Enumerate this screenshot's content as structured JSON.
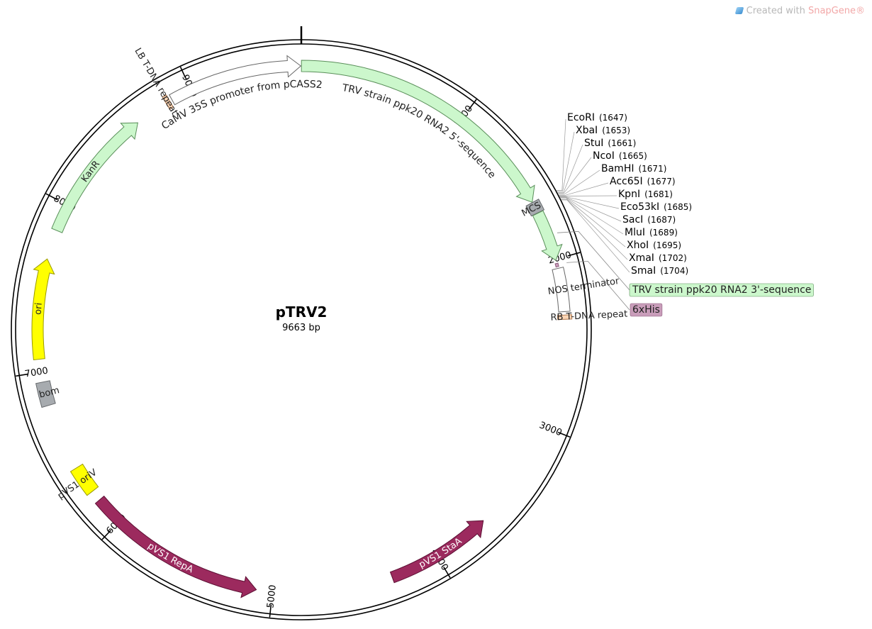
{
  "credit": {
    "prefix": "Created with ",
    "brand": "SnapGene",
    "mark": "®"
  },
  "plasmid": {
    "name": "pTRV2",
    "length_label": "9663 bp",
    "total_bp": 9663
  },
  "ticks": [
    {
      "bp": 1000,
      "label": "1000"
    },
    {
      "bp": 2000,
      "label": "2000"
    },
    {
      "bp": 3000,
      "label": "3000"
    },
    {
      "bp": 4000,
      "label": "4000"
    },
    {
      "bp": 5000,
      "label": "5000"
    },
    {
      "bp": 6000,
      "label": "6000"
    },
    {
      "bp": 7000,
      "label": "7000"
    },
    {
      "bp": 8000,
      "label": "8000"
    },
    {
      "bp": 9000,
      "label": "9000"
    }
  ],
  "features": [
    {
      "id": "trv-5",
      "label": "TRV strain ppk20 RNA2 5'-sequence",
      "start": 1,
      "end": 1640,
      "strand": 1,
      "color": "#ccf7cc",
      "stroke": "#5a8f5a",
      "text_color": "#222222",
      "label_side": "inside"
    },
    {
      "id": "mcs",
      "label": "MCS",
      "start": 1642,
      "end": 1710,
      "strand": 0,
      "color": "#a7abaf",
      "stroke": "#66696c",
      "text_color": "#222222",
      "label_side": "inside"
    },
    {
      "id": "trv-3",
      "label": "TRV strain ppk20 RNA2 3'-sequence",
      "start": 1712,
      "end": 2006,
      "strand": 1,
      "color": "#ccf7cc",
      "stroke": "#5a8f5a",
      "text_color": "#222222",
      "label_side": "callout"
    },
    {
      "id": "his",
      "label": "6xHis",
      "start": 2025,
      "end": 2045,
      "strand": 0,
      "color": "#c99dba",
      "stroke": "#8a5a7a",
      "text_color": "#222222",
      "label_side": "callout"
    },
    {
      "id": "nos",
      "label": "NOS terminator",
      "start": 2055,
      "end": 2310,
      "strand": 0,
      "color": "#ffffff",
      "stroke": "#666666",
      "text_color": "#222222",
      "label_side": "inside"
    },
    {
      "id": "rb",
      "label": "RB T-DNA repeat",
      "start": 2330,
      "end": 2355,
      "strand": 0,
      "color": "#fbd5b5",
      "stroke": "#b07a50",
      "text_color": "#222222",
      "label_side": "inside"
    },
    {
      "id": "stas",
      "label": "pVS1 StaA",
      "start": 3660,
      "end": 4290,
      "strand": -1,
      "color": "#9c2a5e",
      "stroke": "#5c0f33",
      "text_color": "#ffffff",
      "label_side": "on"
    },
    {
      "id": "repa",
      "label": "pVS1 RepA",
      "start": 5095,
      "end": 6170,
      "strand": -1,
      "color": "#9c2a5e",
      "stroke": "#5c0f33",
      "text_color": "#ffffff",
      "label_side": "on"
    },
    {
      "id": "oriv",
      "label": "pVS1 oriV",
      "start": 6235,
      "end": 6400,
      "strand": 0,
      "color": "#ffff00",
      "stroke": "#999900",
      "text_color": "#222222",
      "label_side": "inside"
    },
    {
      "id": "bom",
      "label": "bom",
      "start": 6800,
      "end": 6940,
      "strand": 0,
      "color": "#a7abaf",
      "stroke": "#66696c",
      "text_color": "#222222",
      "label_side": "inside"
    },
    {
      "id": "ori",
      "label": "ori",
      "start": 7075,
      "end": 7665,
      "strand": 1,
      "color": "#ffff00",
      "stroke": "#999900",
      "text_color": "#222222",
      "label_side": "on"
    },
    {
      "id": "kanr",
      "label": "KanR",
      "start": 7840,
      "end": 8635,
      "strand": 1,
      "color": "#ccf7cc",
      "stroke": "#5a8f5a",
      "text_color": "#222222",
      "label_side": "on"
    },
    {
      "id": "lb",
      "label": "LB T-DNA repeat",
      "start": 8835,
      "end": 8860,
      "strand": 0,
      "color": "#fbd5b5",
      "stroke": "#b07a50",
      "text_color": "#222222",
      "label_side": "inside"
    },
    {
      "id": "camv",
      "label": "CaMV 35S promoter from pCASS2",
      "start": 8875,
      "end": 9660,
      "strand": 1,
      "color": "#ffffff",
      "stroke": "#666666",
      "text_color": "#222222",
      "label_side": "inside"
    }
  ],
  "sites": [
    {
      "name": "EcoRI",
      "pos": "(1647)",
      "bp": 1647
    },
    {
      "name": "XbaI",
      "pos": "(1653)",
      "bp": 1653
    },
    {
      "name": "StuI",
      "pos": "(1661)",
      "bp": 1661
    },
    {
      "name": "NcoI",
      "pos": "(1665)",
      "bp": 1665
    },
    {
      "name": "BamHI",
      "pos": "(1671)",
      "bp": 1671
    },
    {
      "name": "Acc65I",
      "pos": "(1677)",
      "bp": 1677
    },
    {
      "name": "KpnI",
      "pos": "(1681)",
      "bp": 1681
    },
    {
      "name": "Eco53kI",
      "pos": "(1685)",
      "bp": 1685
    },
    {
      "name": "SacI",
      "pos": "(1687)",
      "bp": 1687
    },
    {
      "name": "MluI",
      "pos": "(1689)",
      "bp": 1689
    },
    {
      "name": "XhoI",
      "pos": "(1695)",
      "bp": 1695
    },
    {
      "name": "XmaI",
      "pos": "(1702)",
      "bp": 1702
    },
    {
      "name": "SmaI",
      "pos": "(1704)",
      "bp": 1704
    }
  ]
}
